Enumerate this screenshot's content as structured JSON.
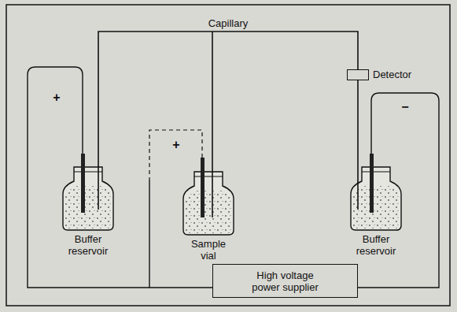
{
  "diagram": {
    "nodes": [
      {
        "text": [
          "Detector"
        ]
      },
      {
        "text": [
          "High voltage power supplier"
        ]
      }
    ],
    "labels": [
      "Capillary",
      "+",
      "+",
      "−",
      "Buffer reservoir",
      "Sample vial",
      "Buffer reservoir"
    ]
  }
}
